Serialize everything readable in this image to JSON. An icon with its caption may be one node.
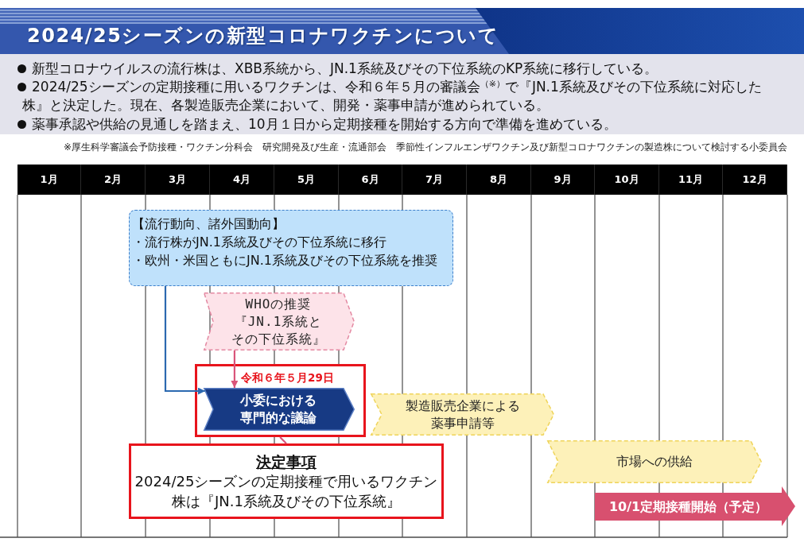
{
  "diagram": {
    "title": "2024/25シーズンの新型コロナワクチンについて",
    "nodes": [
      {
        "text": [
          "【流行動向、諸外国動向】",
          "・流行株がJN.1系統及びその下位系統に移行",
          "・欧州・米国ともにJN.1系統及びその下位系統を推奨"
        ]
      },
      {
        "text": [
          "WHOの推奨『JN.1系統とその下位系統』"
        ]
      },
      {
        "text": [
          "令和６年５月29日"
        ]
      },
      {
        "text": [
          "小委における専門的な議論"
        ],
        "in": 2
      },
      {
        "text": [
          "製造販売企業による薬事申請等"
        ]
      },
      {
        "text": [
          "決定事項",
          "2024/25シーズンの定期接種で用いるワクチン株は『JN.1系統及びその下位系統』"
        ]
      },
      {
        "text": [
          "市場への供給"
        ]
      },
      {
        "text": [
          "10/1定期接種開始（予定）"
        ]
      }
    ],
    "edges": [
      {
        "from": 0,
        "to": 3,
        "arrow": "to",
        "color": "#2c69b0"
      },
      {
        "from": 1,
        "to": 3,
        "arrow": "to"
      },
      {
        "from": 2,
        "to": 5,
        "arrow": "none"
      }
    ],
    "labels": [
      "新型コロナウイルスの流行株は、XBB系統から、JN.1系統及びその下位系統のKP系統に移行している。",
      "2024/25シーズンの定期接種に用いるワクチンは、令和６年５月の審議会$^{（※）}$で『JN.1系統及びその下位系統に対応した株』と決定した。現在、各製造販売企業において、開発・薬事申請が進められている。",
      "薬事承認や供給の見通しを踏まえ、10月１日から定期接種を開始する方向で準備を進めている。",
      "※厚生科学審議会予防接種・ワクチン分科会　研究開発及び生産・流通部会　季節性インフルエンザワクチン及び新型コロナワクチンの製造株について検討する小委員会",
      "1月",
      "2月",
      "3月",
      "4月",
      "5月",
      "6月",
      "7月",
      "8月",
      "9月",
      "10月",
      "11月",
      "12月"
    ]
  }
}
